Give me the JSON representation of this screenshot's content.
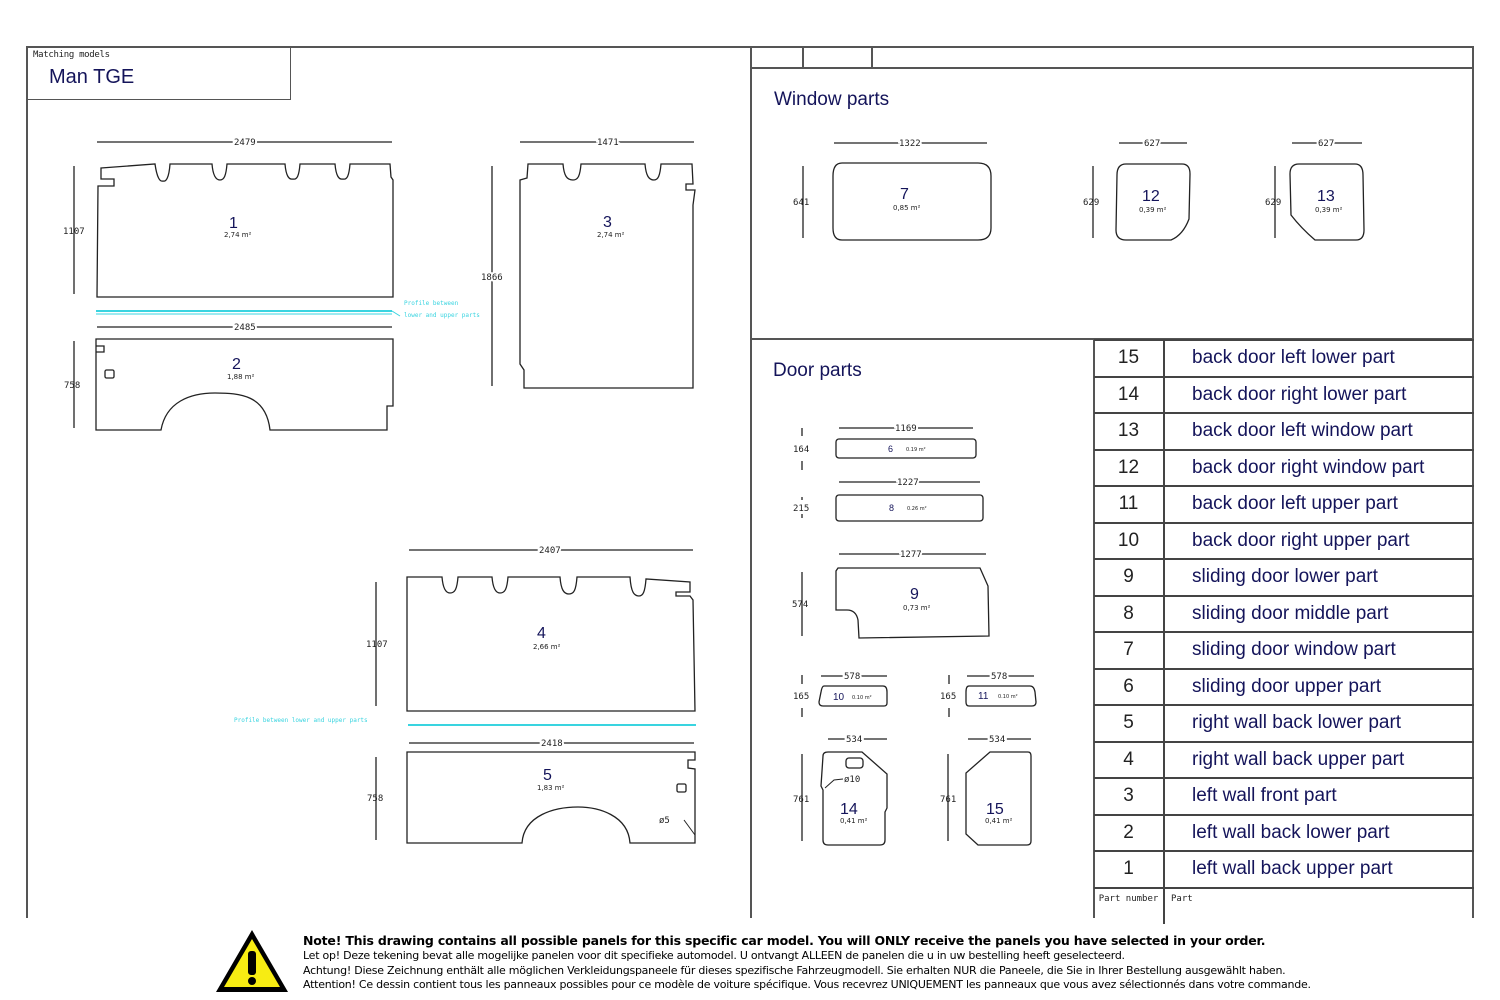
{
  "header": {
    "matching_caption": "Matching models",
    "model_name": "Man TGE"
  },
  "sections": {
    "window_parts_title": "Window parts",
    "door_parts_title": "Door parts"
  },
  "wall_panels": [
    {
      "number": "1",
      "area": "2,74 m²",
      "width": "2479",
      "height": "1107"
    },
    {
      "number": "2",
      "area": "1,88 m²",
      "width": "2485",
      "height": "758"
    },
    {
      "number": "3",
      "area": "2,74 m²",
      "width": "1471",
      "height": "1866"
    },
    {
      "number": "4",
      "area": "2,66 m²",
      "width": "2407",
      "height": "1107"
    },
    {
      "number": "5",
      "area": "1,83 m²",
      "width": "2418",
      "height": "758",
      "hole_label": "ø5"
    }
  ],
  "profile_notes": {
    "left": [
      "Profile between",
      "lower and upper parts"
    ],
    "right": "Profile between lower and upper parts"
  },
  "window_panels": [
    {
      "number": "7",
      "area": "0,85 m²",
      "width": "1322",
      "height": "641"
    },
    {
      "number": "12",
      "area": "0,39 m²",
      "width": "627",
      "height": "629"
    },
    {
      "number": "13",
      "area": "0,39 m²",
      "width": "627",
      "height": "629"
    }
  ],
  "door_panels": [
    {
      "number": "6",
      "area": "0.19 m²",
      "width": "1169",
      "height": "164"
    },
    {
      "number": "8",
      "area": "0.26 m²",
      "width": "1227",
      "height": "215"
    },
    {
      "number": "9",
      "area": "0,73 m²",
      "width": "1277",
      "height": "574"
    },
    {
      "number": "10",
      "area": "0.10 m²",
      "width": "578",
      "height": "165"
    },
    {
      "number": "11",
      "area": "0.10 m²",
      "width": "578",
      "height": "165"
    },
    {
      "number": "14",
      "area": "0,41 m²",
      "width": "534",
      "height": "761",
      "hole_label": "ø10"
    },
    {
      "number": "15",
      "area": "0,41 m²",
      "width": "534",
      "height": "761"
    }
  ],
  "parts_table": {
    "rows": [
      {
        "number": "15",
        "part": "back door left lower part"
      },
      {
        "number": "14",
        "part": "back door right lower part"
      },
      {
        "number": "13",
        "part": "back door left window part"
      },
      {
        "number": "12",
        "part": "back door right window part"
      },
      {
        "number": "11",
        "part": "back door left upper part"
      },
      {
        "number": "10",
        "part": "back door right upper part"
      },
      {
        "number": "9",
        "part": "sliding door lower part"
      },
      {
        "number": "8",
        "part": "sliding door middle part"
      },
      {
        "number": "7",
        "part": "sliding door window part"
      },
      {
        "number": "6",
        "part": "sliding door upper part"
      },
      {
        "number": "5",
        "part": "right wall back lower part"
      },
      {
        "number": "4",
        "part": "right wall back upper part"
      },
      {
        "number": "3",
        "part": "left wall front part"
      },
      {
        "number": "2",
        "part": "left wall back lower part"
      },
      {
        "number": "1",
        "part": "left wall back upper part"
      }
    ],
    "header_number": "Part number",
    "header_part": "Part"
  },
  "notice": {
    "icon": "warning-triangle-icon",
    "en": "Note! This drawing contains all possible panels for this specific car model. You will ONLY receive the panels you have selected in your order.",
    "nl": "Let op! Deze tekening bevat alle mogelijke panelen voor dit specifieke automodel. U ontvangt ALLEEN de panelen die u in uw bestelling heeft geselecteerd.",
    "de": "Achtung! Diese Zeichnung enthält alle möglichen Verkleidungspaneele für dieses spezifische Fahrzeugmodell. Sie erhalten NUR die Paneele, die Sie in Ihrer Bestellung ausgewählt haben.",
    "fr": "Attention! Ce dessin contient tous les panneaux possibles pour ce modèle de voiture spécifique. Vous recevrez UNIQUEMENT les panneaux que vous avez sélectionnés dans votre commande."
  },
  "colors": {
    "line": "#222222",
    "frame": "#555555",
    "label": "#14145a",
    "profile": "#39d4e0",
    "warning_fill": "#f7ec13"
  }
}
